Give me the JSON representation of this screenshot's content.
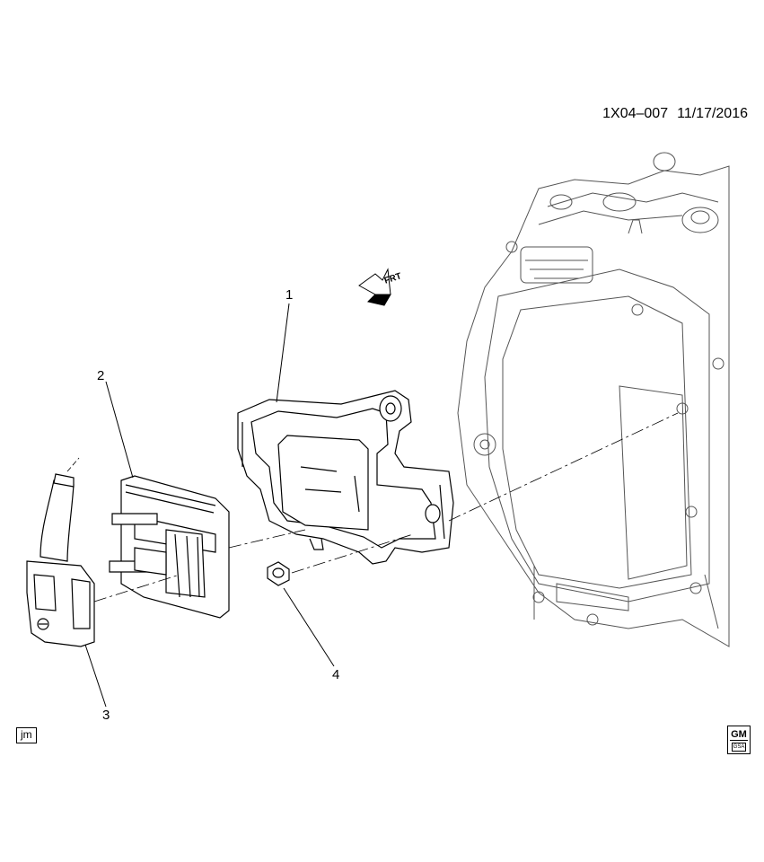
{
  "header": {
    "diagram_code": "1X04–007",
    "date": "11/17/2016"
  },
  "callouts": [
    {
      "id": "1",
      "label": "1"
    },
    {
      "id": "2",
      "label": "2"
    },
    {
      "id": "3",
      "label": "3"
    },
    {
      "id": "4",
      "label": "4"
    }
  ],
  "direction_marker": {
    "label": "FRT",
    "icon": "front-arrow-icon"
  },
  "footer": {
    "illustrator_tag": "jm",
    "logo": {
      "mark": "GM",
      "sub": "GSA",
      "icon": "gm-logo-icon"
    }
  },
  "colors": {
    "line": "#000000",
    "background": "#ffffff",
    "housing": "#555555"
  }
}
